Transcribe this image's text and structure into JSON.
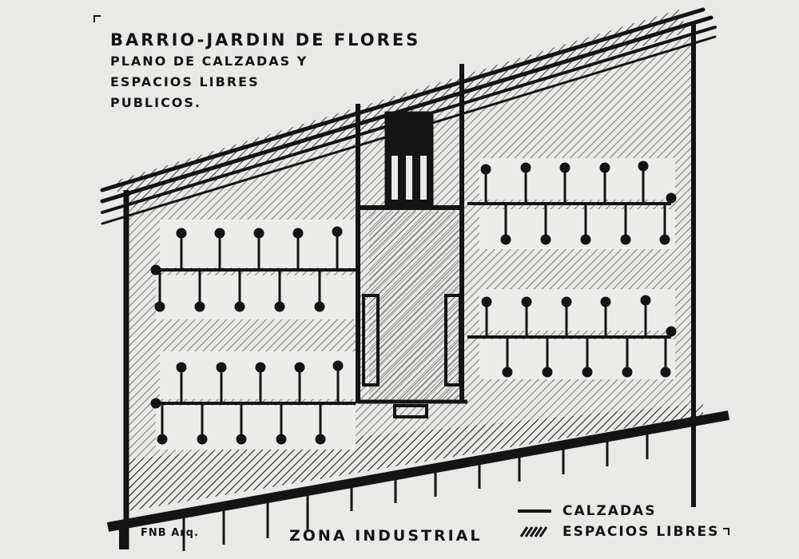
{
  "title": {
    "line1": "BARRIO-JARDIN DE FLORES",
    "line2": "PLANO DE CALZADAS Y",
    "line3": "ESPACIOS LIBRES",
    "line4": "PUBLICOS."
  },
  "bottom_label": "ZONA INDUSTRIAL",
  "signature": "FNB Arq.",
  "legend": [
    {
      "symbol": "solid-line",
      "label": "CALZADAS"
    },
    {
      "symbol": "hatch",
      "label": "ESPACIOS LIBRES"
    }
  ],
  "colors": {
    "ink": "#141414",
    "paper": "#e9e9e7",
    "hatch": "#2a2a2a"
  }
}
